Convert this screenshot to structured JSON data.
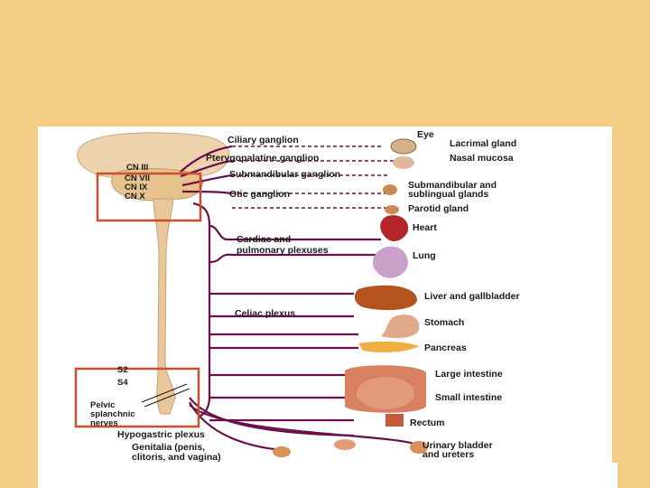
{
  "colors": {
    "background": "#f2cd86",
    "panel": "#ffffff",
    "nerve": "#6b0f4a",
    "spine": "#e9c79a",
    "highlight_box": "#c8502a"
  },
  "cranial_nerves": [
    "CN III",
    "CN VII",
    "CN IX",
    "CN X"
  ],
  "ganglia": {
    "ciliary": "Ciliary ganglion",
    "pterygopalatine": "Pterygopalatine ganglion",
    "submandibular": "Submandibular ganglion",
    "otic": "Otic ganglion"
  },
  "plexuses": {
    "cardiac": [
      "Cardiac and",
      "pulmonary plexuses"
    ],
    "celiac": "Celiac plexus",
    "hypogastric": "Hypogastric plexus"
  },
  "sacral": [
    "S2",
    "S4"
  ],
  "pelvic": [
    "Pelvic",
    "splanchnic",
    "nerves"
  ],
  "organs": {
    "eye": "Eye",
    "lacrimal": "Lacrimal gland",
    "nasal": "Nasal mucosa",
    "submandibular": [
      "Submandibular and",
      "sublingual glands"
    ],
    "parotid": "Parotid gland",
    "heart": "Heart",
    "lung": "Lung",
    "liver": "Liver and gallbladder",
    "stomach": "Stomach",
    "pancreas": "Pancreas",
    "large_intestine": "Large intestine",
    "small_intestine": "Small intestine",
    "rectum": "Rectum",
    "urinary": [
      "Urinary bladder",
      "and ureters"
    ],
    "genitalia": [
      "Genitalia (penis,",
      "clitoris, and vagina)"
    ]
  }
}
